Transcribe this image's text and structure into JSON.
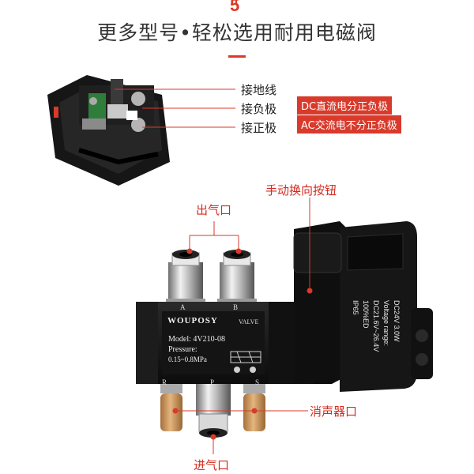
{
  "header": {
    "number": "5",
    "title": "更多型号•轻松选用耐用电磁阀"
  },
  "wiring": {
    "ground": "接地线",
    "negative": "接负极",
    "positive": "接正极",
    "dc_note": "DC直流电分正负极",
    "ac_note": "AC交流电不分正负极"
  },
  "callouts": {
    "manual_button": "手动换向按钮",
    "outlet": "出气口",
    "muffler": "消声器口",
    "inlet": "进气口"
  },
  "valve": {
    "brand": "WOUPOSY",
    "valve_word": "VALVE",
    "model": "Model: 4V210-08",
    "pressure_label": "Pressure:",
    "pressure_value": "0.15~0.8MPa",
    "port_a": "A",
    "port_b": "B",
    "port_r": "R",
    "port_p": "P",
    "port_s": "S"
  },
  "coil": {
    "line1": "DC24V  3.0W",
    "line2": "Voltage range:",
    "line3": "DC21.6V~26.4V",
    "line4": "100%ED",
    "line5": "IP65"
  },
  "colors": {
    "accent": "#d93a2b",
    "body": "#151515",
    "brass": "#c8955a"
  }
}
